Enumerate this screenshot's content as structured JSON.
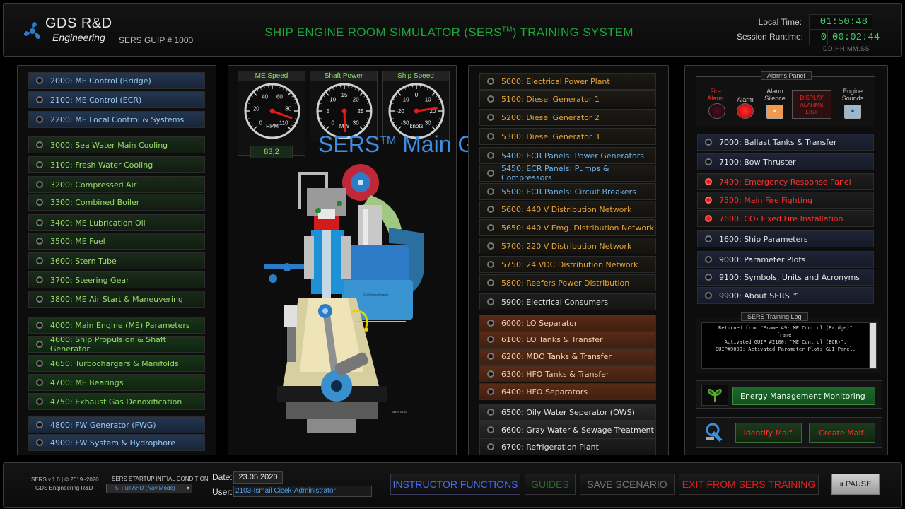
{
  "header": {
    "logo_line1": "GDS R&D",
    "logo_line2": "Engineering",
    "guip": "SERS GUIP # 1000",
    "title_part1": "SHIP ENGINE ROOM SIMULATOR (SERS",
    "title_tm": "TM",
    "title_part2": ") TRAINING SYSTEM",
    "local_time_label": "Local Time:",
    "local_time": "01:50:48",
    "session_label": "Session Runtime:",
    "session_days": "0",
    "session_time": "00:02:44",
    "format_hint": "DD.HH.MM.SS"
  },
  "left_menu": [
    {
      "label": "2000: ME Control (Bridge)",
      "style": "blue"
    },
    {
      "label": "2100: ME Control (ECR)",
      "style": "blue"
    },
    {
      "label": "2200: ME Local Control & Systems",
      "style": "blue"
    },
    {
      "label": "3000: Sea Water Main Cooling",
      "style": "green"
    },
    {
      "label": "3100: Fresh Water Cooling",
      "style": "green"
    },
    {
      "label": "3200: Compressed Air",
      "style": "green"
    },
    {
      "label": "3300: Combined Boiler",
      "style": "green"
    },
    {
      "label": "3400: ME Lubrication Oil",
      "style": "green"
    },
    {
      "label": "3500: ME Fuel",
      "style": "green"
    },
    {
      "label": "3600: Stern Tube",
      "style": "green"
    },
    {
      "label": "3700: Steering Gear",
      "style": "green"
    },
    {
      "label": "3800: ME Air Start & Maneuvering",
      "style": "green"
    },
    {
      "label": "4000: Main Engine (ME) Parameters",
      "style": "greenb"
    },
    {
      "label": "4600: Ship Propulsion & Shaft Generator",
      "style": "greenb"
    },
    {
      "label": "4650: Turbochargers & Manifolds",
      "style": "greenb"
    },
    {
      "label": "4700: ME Bearings",
      "style": "greenb"
    },
    {
      "label": "4750: Exhaust Gas Denoxification",
      "style": "greenb"
    },
    {
      "label": "4800: FW Generator (FWG)",
      "style": "blue"
    },
    {
      "label": "4900: FW System & Hydrophore",
      "style": "blue"
    }
  ],
  "gauges": [
    {
      "title": "ME Speed",
      "unit": "RPM",
      "ticks": [
        "0",
        "20",
        "40",
        "60",
        "80",
        "110"
      ],
      "value_text": "83,2"
    },
    {
      "title": "Shaft Power",
      "unit": "MW",
      "ticks": [
        "0",
        "5",
        "10",
        "15",
        "20",
        "25",
        "30"
      ],
      "value_text": ""
    },
    {
      "title": "Ship Speed",
      "unit": "knots",
      "ticks": [
        "-30",
        "-20",
        "-10",
        "0",
        "10",
        "20",
        "30"
      ],
      "value_text": ""
    }
  ],
  "engine_labels": {
    "plate": "GDS Hydrodynamic",
    "bottom": "SERS GDS"
  },
  "overlay": {
    "part1": "SERS",
    "tm": "TM",
    "part2": " Main GUI Panel"
  },
  "middle_menu": [
    {
      "label": "5000: Electrical Power Plant",
      "style": "orange"
    },
    {
      "label": "5100: Diesel Generator 1",
      "style": "orange"
    },
    {
      "label": "5200: Diesel Generator 2",
      "style": "orange"
    },
    {
      "label": "5300: Diesel Generator 3",
      "style": "orange"
    },
    {
      "label": "5400: ECR Panels: Power Generators",
      "style": "orangeblue"
    },
    {
      "label": "5450: ECR Panels: Pumps & Compressors",
      "style": "orangeblue"
    },
    {
      "label": "5500: ECR Panels: Circuit Breakers",
      "style": "orangeblue"
    },
    {
      "label": "5600: 440 V Distribution Network",
      "style": "orange"
    },
    {
      "label": "5650: 440 V Emg. Distribution Network",
      "style": "orange"
    },
    {
      "label": "5700: 220 V Distribution Network",
      "style": "orange"
    },
    {
      "label": "5750: 24 VDC Distribution Network",
      "style": "orange"
    },
    {
      "label": "5800: Reefers Power Distribution",
      "style": "orange"
    },
    {
      "label": "5900: Electrical Consumers",
      "style": "dark"
    },
    {
      "label": "6000: LO Separator",
      "style": "rust"
    },
    {
      "label": "6100: LO Tanks & Transfer",
      "style": "rust"
    },
    {
      "label": "6200: MDO Tanks & Transfer",
      "style": "rust"
    },
    {
      "label": "6300: HFO Tanks & Transfer",
      "style": "rust"
    },
    {
      "label": "6400: HFO Separators",
      "style": "rust"
    },
    {
      "label": "6500: Oily Water Seperator (OWS)",
      "style": "grey"
    },
    {
      "label": "6600: Gray Water & Sewage Treatment",
      "style": "grey"
    },
    {
      "label": "6700: Refrigeration Plant",
      "style": "dark"
    }
  ],
  "alarms_panel": {
    "title": "Alarms Panel",
    "fire_alarm": "Fire\nAlarm",
    "alarm": "Alarm",
    "alarm_silence": "Alarm\nSilence",
    "display_alarms": "DISPLAY\nALARMS\nLIST",
    "engine_sounds": "Engine\nSounds"
  },
  "right_menu": [
    {
      "label": "7000: Ballast Tanks & Transfer",
      "style": "navy",
      "red": false
    },
    {
      "label": "7100: Bow Thruster",
      "style": "navy",
      "red": false
    },
    {
      "label": "7400: Emergency Response Panel",
      "style": "redtxt",
      "red": true
    },
    {
      "label": "7500: Main Fire Fighting",
      "style": "redtxt",
      "red": true
    },
    {
      "label": "7600: CO₂ Fixed Fire Installation",
      "style": "redtxt",
      "red": true
    },
    {
      "label": "1600: Ship Parameters",
      "style": "navy",
      "red": false
    },
    {
      "label": "9000: Parameter Plots",
      "style": "navy",
      "red": false
    },
    {
      "label": "9100: Symbols, Units and Acronyms",
      "style": "navy",
      "red": false
    },
    {
      "label": "9900: About SERS ™",
      "style": "navy",
      "red": false
    }
  ],
  "training_log": {
    "title": "SERS Training Log",
    "lines": [
      "Returned from \"Frame 49: ME Control (Bridge)\"",
      "frame.",
      "Activated GUIP #2100: \"ME Control (ECR)\".",
      "GUIP#9000: Activated Parameter Plots GUI Panel."
    ]
  },
  "energy_button": "Energy Management Monitoring",
  "identify_malf": "Identify Malf.",
  "create_malf": "Create Malf.",
  "footer": {
    "version": "SERS v.1.0 | © 2019~2020",
    "company": "GDS Engineering R&D",
    "startup_label": "SERS STARTUP INITIAL CONDITION",
    "startup_value": "5. Full AHD (Nav Mode)",
    "date_label": "Date:",
    "date_value": "23.05.2020",
    "user_label": "User:",
    "user_value": "2103-Ismail Cicek-Administrator",
    "instructor": "INSTRUCTOR FUNCTIONS",
    "guides": "GUIDES",
    "save": "SAVE SCENARIO",
    "exit": "EXIT FROM SERS TRAINING",
    "pause": "PAUSE"
  }
}
